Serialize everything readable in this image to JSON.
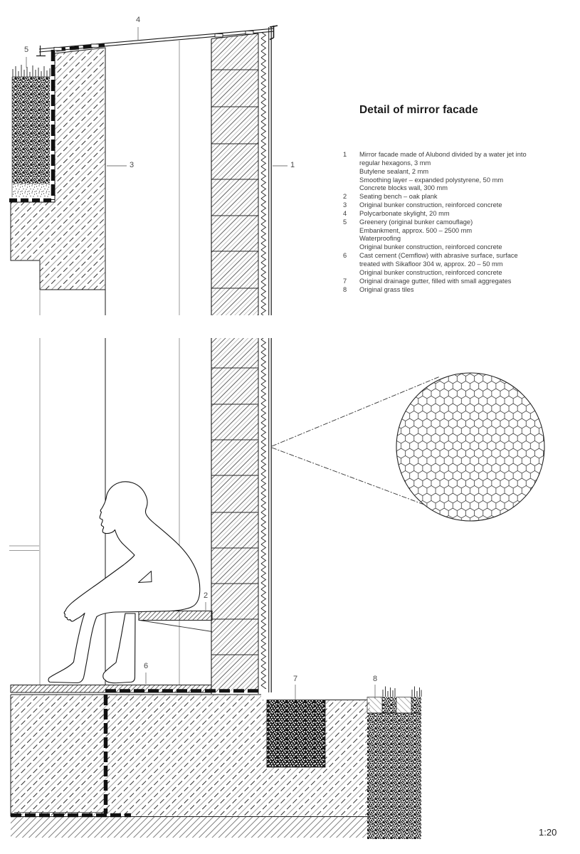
{
  "title": "Detail of mirror facade",
  "scale_label": "1:20",
  "legend": {
    "lines": [
      {
        "n": "1",
        "text": "Mirror facade made of Alubond divided by a water jet into"
      },
      {
        "n": "",
        "text": "regular hexagons, 3 mm"
      },
      {
        "n": "",
        "text": "Butylene sealant, 2 mm"
      },
      {
        "n": "",
        "text": "Smoothing layer – expanded polystyrene, 50 mm"
      },
      {
        "n": "",
        "text": "Concrete blocks wall, 300 mm"
      },
      {
        "n": "2",
        "text": "Seating bench – oak plank"
      },
      {
        "n": "3",
        "text": "Original bunker construction, reinforced concrete"
      },
      {
        "n": "4",
        "text": "Polycarbonate skylight, 20 mm"
      },
      {
        "n": "5",
        "text": "Greenery (original bunker camouflage)"
      },
      {
        "n": "",
        "text": "Embankment, approx. 500 – 2500 mm"
      },
      {
        "n": "",
        "text": "Waterproofing"
      },
      {
        "n": "",
        "text": "Original bunker construction, reinforced concrete"
      },
      {
        "n": "6",
        "text": "Cast cement (Cemflow) with abrasive surface, surface"
      },
      {
        "n": "",
        "text": "treated with Sikafloor 304 w, approx. 20 – 50 mm"
      },
      {
        "n": "",
        "text": "Original bunker construction, reinforced concrete"
      },
      {
        "n": "7",
        "text": "Original drainage gutter, filled with small aggregates"
      },
      {
        "n": "8",
        "text": "Original grass tiles"
      }
    ]
  },
  "callouts": {
    "c1": "1",
    "c2": "2",
    "c3": "3",
    "c4": "4",
    "c5": "5",
    "c6": "6",
    "c7": "7",
    "c8": "8"
  },
  "colors": {
    "line": "#1a1a1a",
    "gray_line": "#9a9a9a",
    "text": "#3c3c3c",
    "background": "#ffffff"
  }
}
